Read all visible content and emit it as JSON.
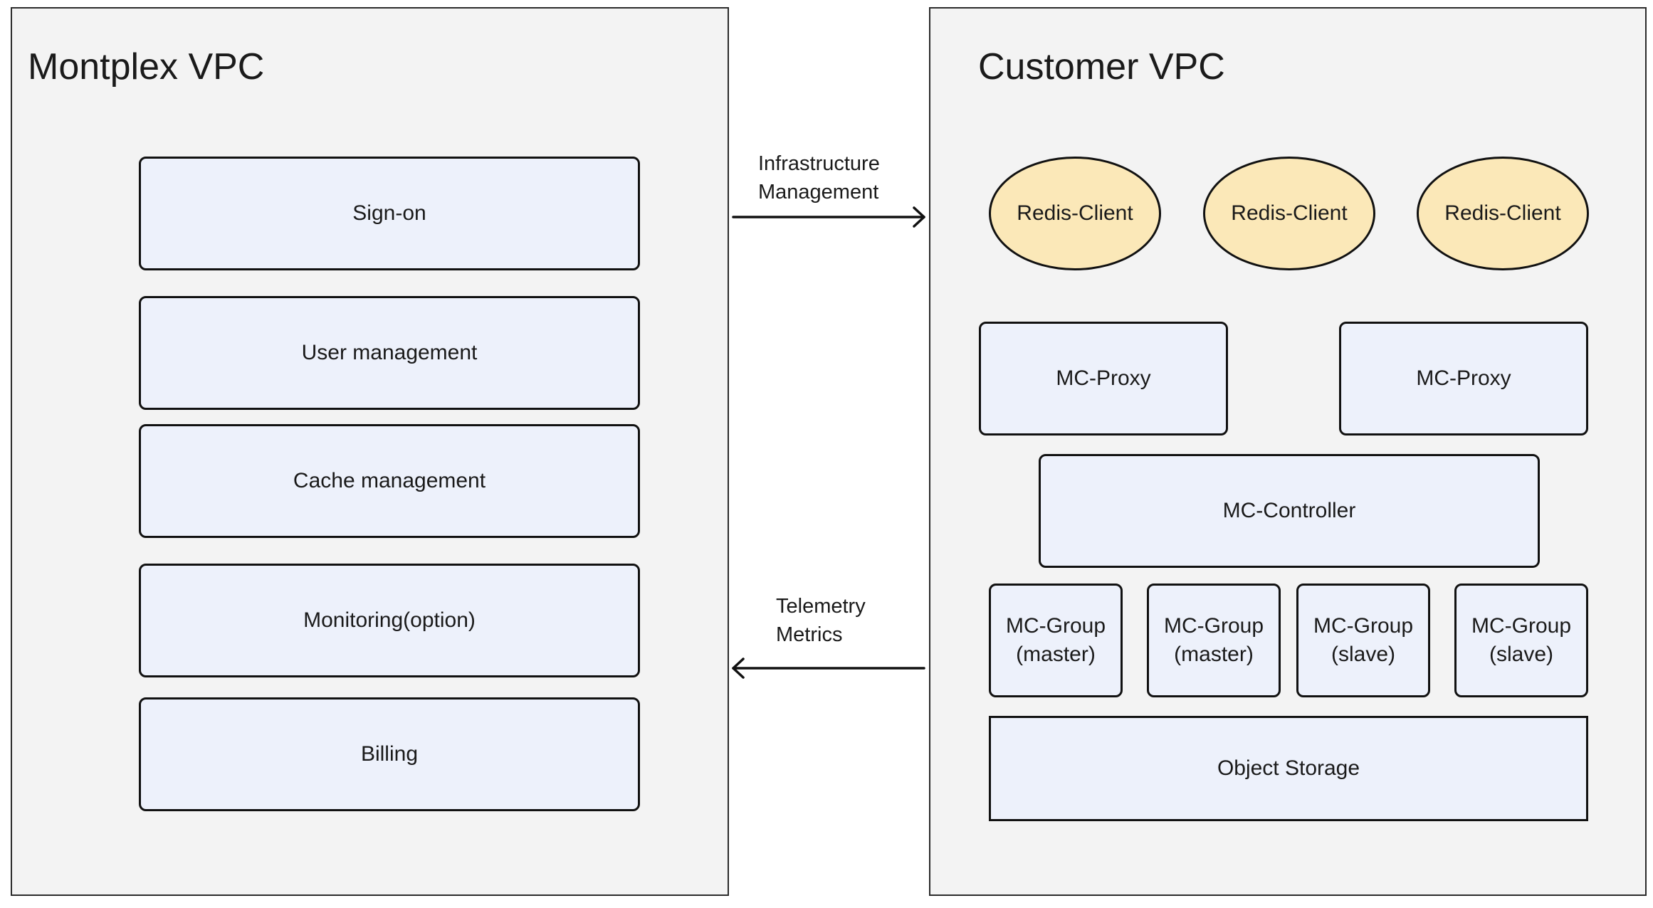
{
  "montplex_vpc": {
    "title": "Montplex VPC",
    "modules": [
      {
        "label": "Sign-on"
      },
      {
        "label": "User management"
      },
      {
        "label": "Cache management"
      },
      {
        "label": "Monitoring(option)"
      },
      {
        "label": "Billing"
      }
    ]
  },
  "customer_vpc": {
    "title": "Customer VPC",
    "clients": [
      {
        "label": "Redis-Client"
      },
      {
        "label": "Redis-Client"
      },
      {
        "label": "Redis-Client"
      }
    ],
    "proxies": [
      {
        "label": "MC-Proxy"
      },
      {
        "label": "MC-Proxy"
      }
    ],
    "controller": {
      "label": "MC-Controller"
    },
    "groups": [
      {
        "line1": "MC-Group",
        "line2": "(master)"
      },
      {
        "line1": "MC-Group",
        "line2": "(master)"
      },
      {
        "line1": "MC-Group",
        "line2": "(slave)"
      },
      {
        "line1": "MC-Group",
        "line2": "(slave)"
      }
    ],
    "storage": {
      "label": "Object Storage"
    }
  },
  "connections": {
    "infrastructure": {
      "line1": "Infrastructure",
      "line2": "Management"
    },
    "telemetry": {
      "line1": "Telemetry",
      "line2": "Metrics"
    }
  },
  "colors": {
    "vpc_background": "#f3f3f3",
    "component_fill": "#edf1fb",
    "client_fill": "#fbe8b8",
    "stroke": "#111111"
  }
}
